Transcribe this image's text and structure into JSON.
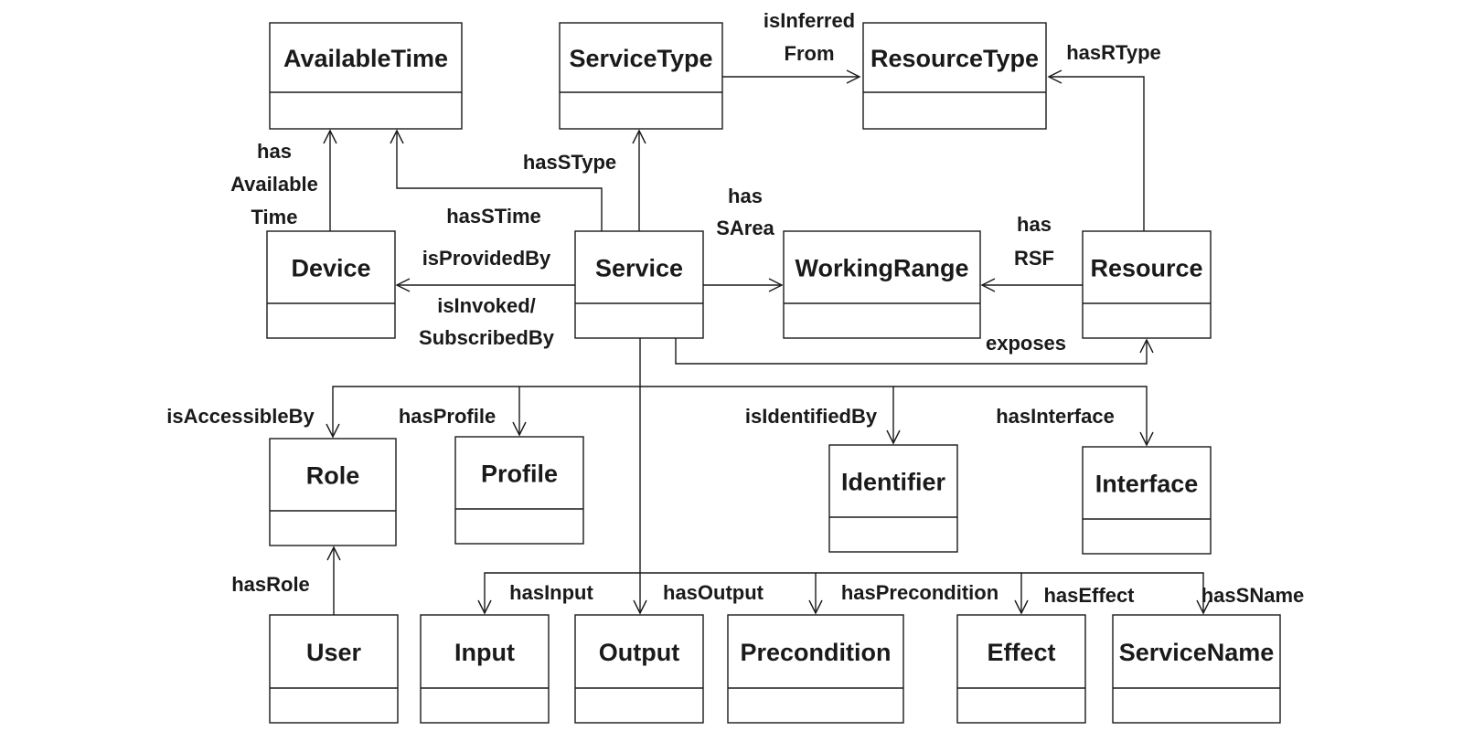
{
  "classes": {
    "available_time": "AvailableTime",
    "service_type": "ServiceType",
    "resource_type": "ResourceType",
    "device": "Device",
    "service": "Service",
    "working_range": "WorkingRange",
    "resource": "Resource",
    "role": "Role",
    "profile": "Profile",
    "identifier": "Identifier",
    "interface": "Interface",
    "user": "User",
    "input": "Input",
    "output": "Output",
    "precondition": "Precondition",
    "effect": "Effect",
    "service_name": "ServiceName"
  },
  "relations": {
    "is_inferred_from": [
      "isInferred",
      "From"
    ],
    "has_r_type": "hasRType",
    "has_available_time": [
      "has",
      "Available",
      "Time"
    ],
    "has_s_type": "hasSType",
    "has_s_time": "hasSTime",
    "has_s_area": [
      "has",
      "SArea"
    ],
    "has_rsf": [
      "has",
      "RSF"
    ],
    "is_provided_by": "isProvidedBy",
    "is_invoked_subscribed_by": [
      "isInvoked/",
      "SubscribedBy"
    ],
    "exposes": "exposes",
    "is_accessible_by": "isAccessibleBy",
    "has_profile": "hasProfile",
    "is_identified_by": "isIdentifiedBy",
    "has_interface": "hasInterface",
    "has_role": "hasRole",
    "has_input": "hasInput",
    "has_output": "hasOutput",
    "has_precondition": "hasPrecondition",
    "has_effect": "hasEffect",
    "has_s_name": "hasSName"
  }
}
